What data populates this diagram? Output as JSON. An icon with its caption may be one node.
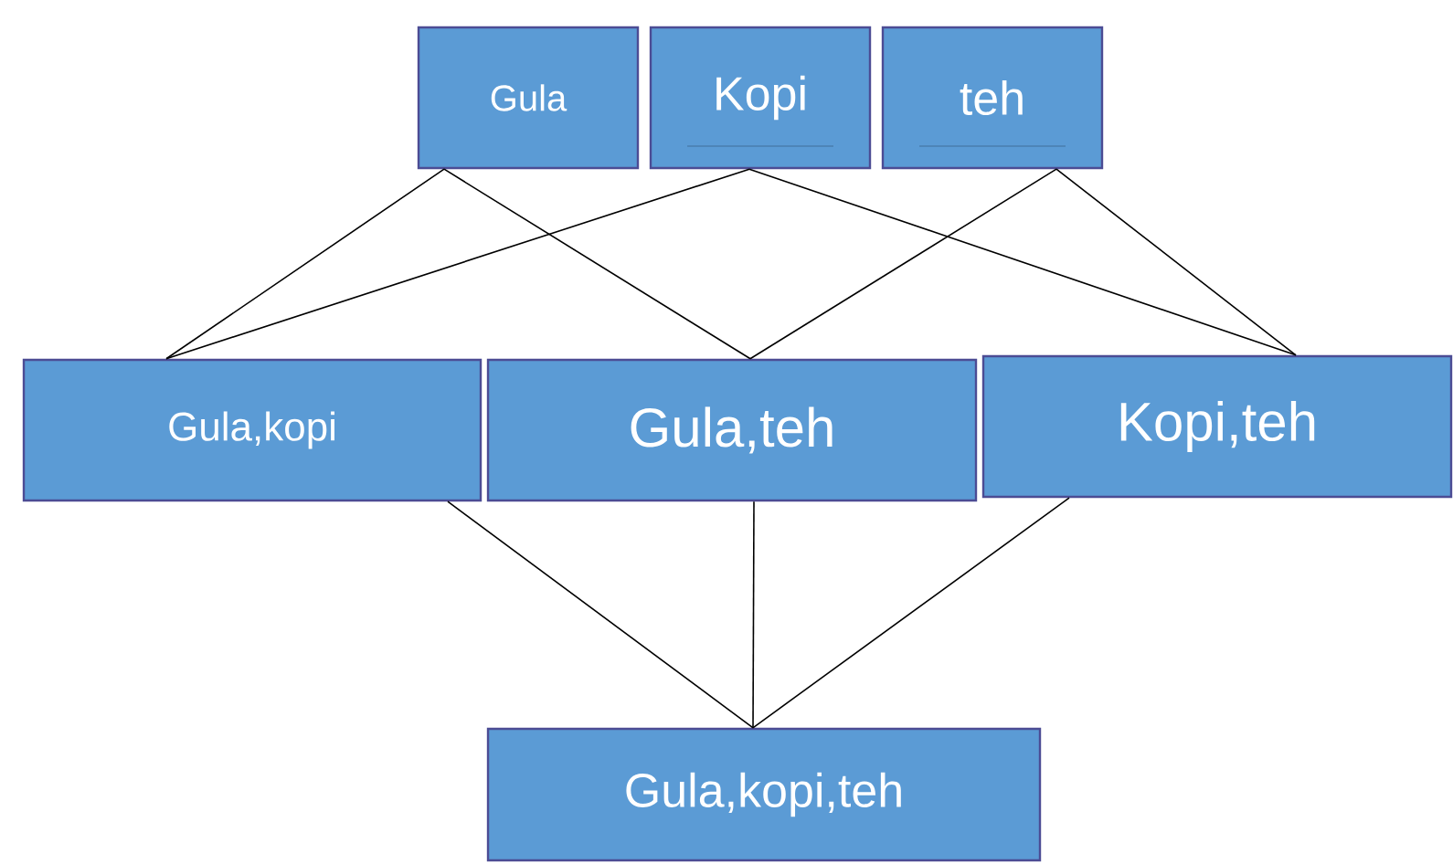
{
  "diagram": {
    "nodes": [
      {
        "text": [
          "Gula"
        ]
      },
      {
        "text": [
          "Kopi"
        ]
      },
      {
        "text": [
          "teh"
        ]
      },
      {
        "text": [
          "Gula,kopi"
        ]
      },
      {
        "text": [
          "Gula,teh"
        ]
      },
      {
        "text": [
          "Kopi,teh"
        ]
      },
      {
        "text": [
          "Gula,kopi,teh"
        ]
      }
    ],
    "edges": [
      {
        "from": 0,
        "to": 3,
        "arrow": "none"
      },
      {
        "from": 0,
        "to": 4,
        "arrow": "none"
      },
      {
        "from": 1,
        "to": 3,
        "arrow": "none"
      },
      {
        "from": 1,
        "to": 5,
        "arrow": "none"
      },
      {
        "from": 2,
        "to": 4,
        "arrow": "none"
      },
      {
        "from": 2,
        "to": 5,
        "arrow": "none"
      },
      {
        "from": 3,
        "to": 6,
        "arrow": "none"
      },
      {
        "from": 4,
        "to": 6,
        "arrow": "none"
      },
      {
        "from": 5,
        "to": 6,
        "arrow": "none"
      }
    ]
  }
}
